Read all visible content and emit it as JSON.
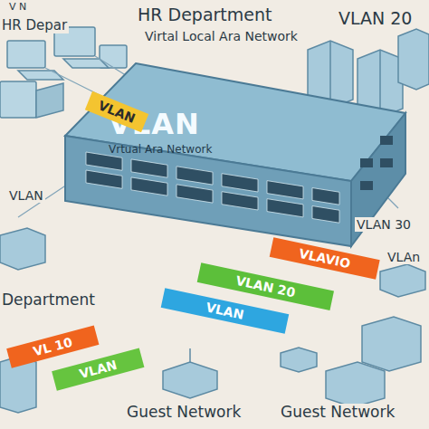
{
  "diagram": {
    "nodes": [
      {
        "text": [
          "VLAN",
          "Vrtual Ara Network"
        ]
      },
      {
        "text": [
          "VLAN"
        ]
      },
      {
        "text": [
          "VLAVIO"
        ]
      },
      {
        "text": [
          "VLAN 20"
        ]
      },
      {
        "text": [
          "VLAN"
        ]
      },
      {
        "text": [
          "VL 10"
        ]
      },
      {
        "text": [
          "VLAN"
        ]
      }
    ],
    "labels": [
      "V N",
      "HR Depar",
      "HR Department",
      "Virtal Local Ara Network",
      "VLAN 20",
      "VLAN 30",
      "VLAn",
      "Department",
      "VLAN",
      "Guest Network",
      "Guest Network"
    ]
  }
}
